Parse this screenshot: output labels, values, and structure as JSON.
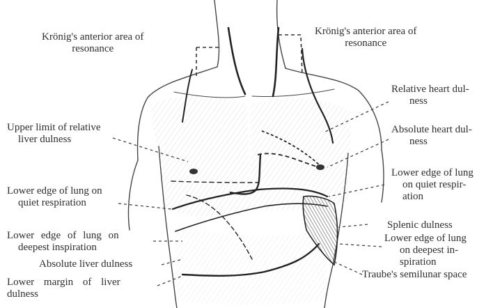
{
  "labels": {
    "kronig_left": [
      "Krönig's anterior area of",
      "resonance"
    ],
    "kronig_right": [
      "Krönig's anterior area of",
      "resonance"
    ],
    "relative_heart": [
      "Relative heart dul-",
      "ness"
    ],
    "absolute_heart": [
      "Absolute heart dul-",
      "ness"
    ],
    "upper_liver": [
      "Upper limit of relative",
      "liver dulness"
    ],
    "lower_lung_quiet_left": [
      "Lower edge of lung on",
      "quiet respiration"
    ],
    "lower_lung_quiet_right": [
      "Lower edge of lung",
      "on quiet respir-",
      "ation"
    ],
    "splenic": "Splenic dulness",
    "lower_lung_deep_right": [
      "Lower edge of lung",
      "on deepest in-",
      "spiration"
    ],
    "lower_lung_deep_left": [
      "Lower edge of lung on",
      "deepest inspiration"
    ],
    "absolute_liver": "Absolute liver dulness",
    "traube": "Traube's semilunar space",
    "liver_margin": [
      "Lower margin of liver",
      "dulness"
    ]
  }
}
